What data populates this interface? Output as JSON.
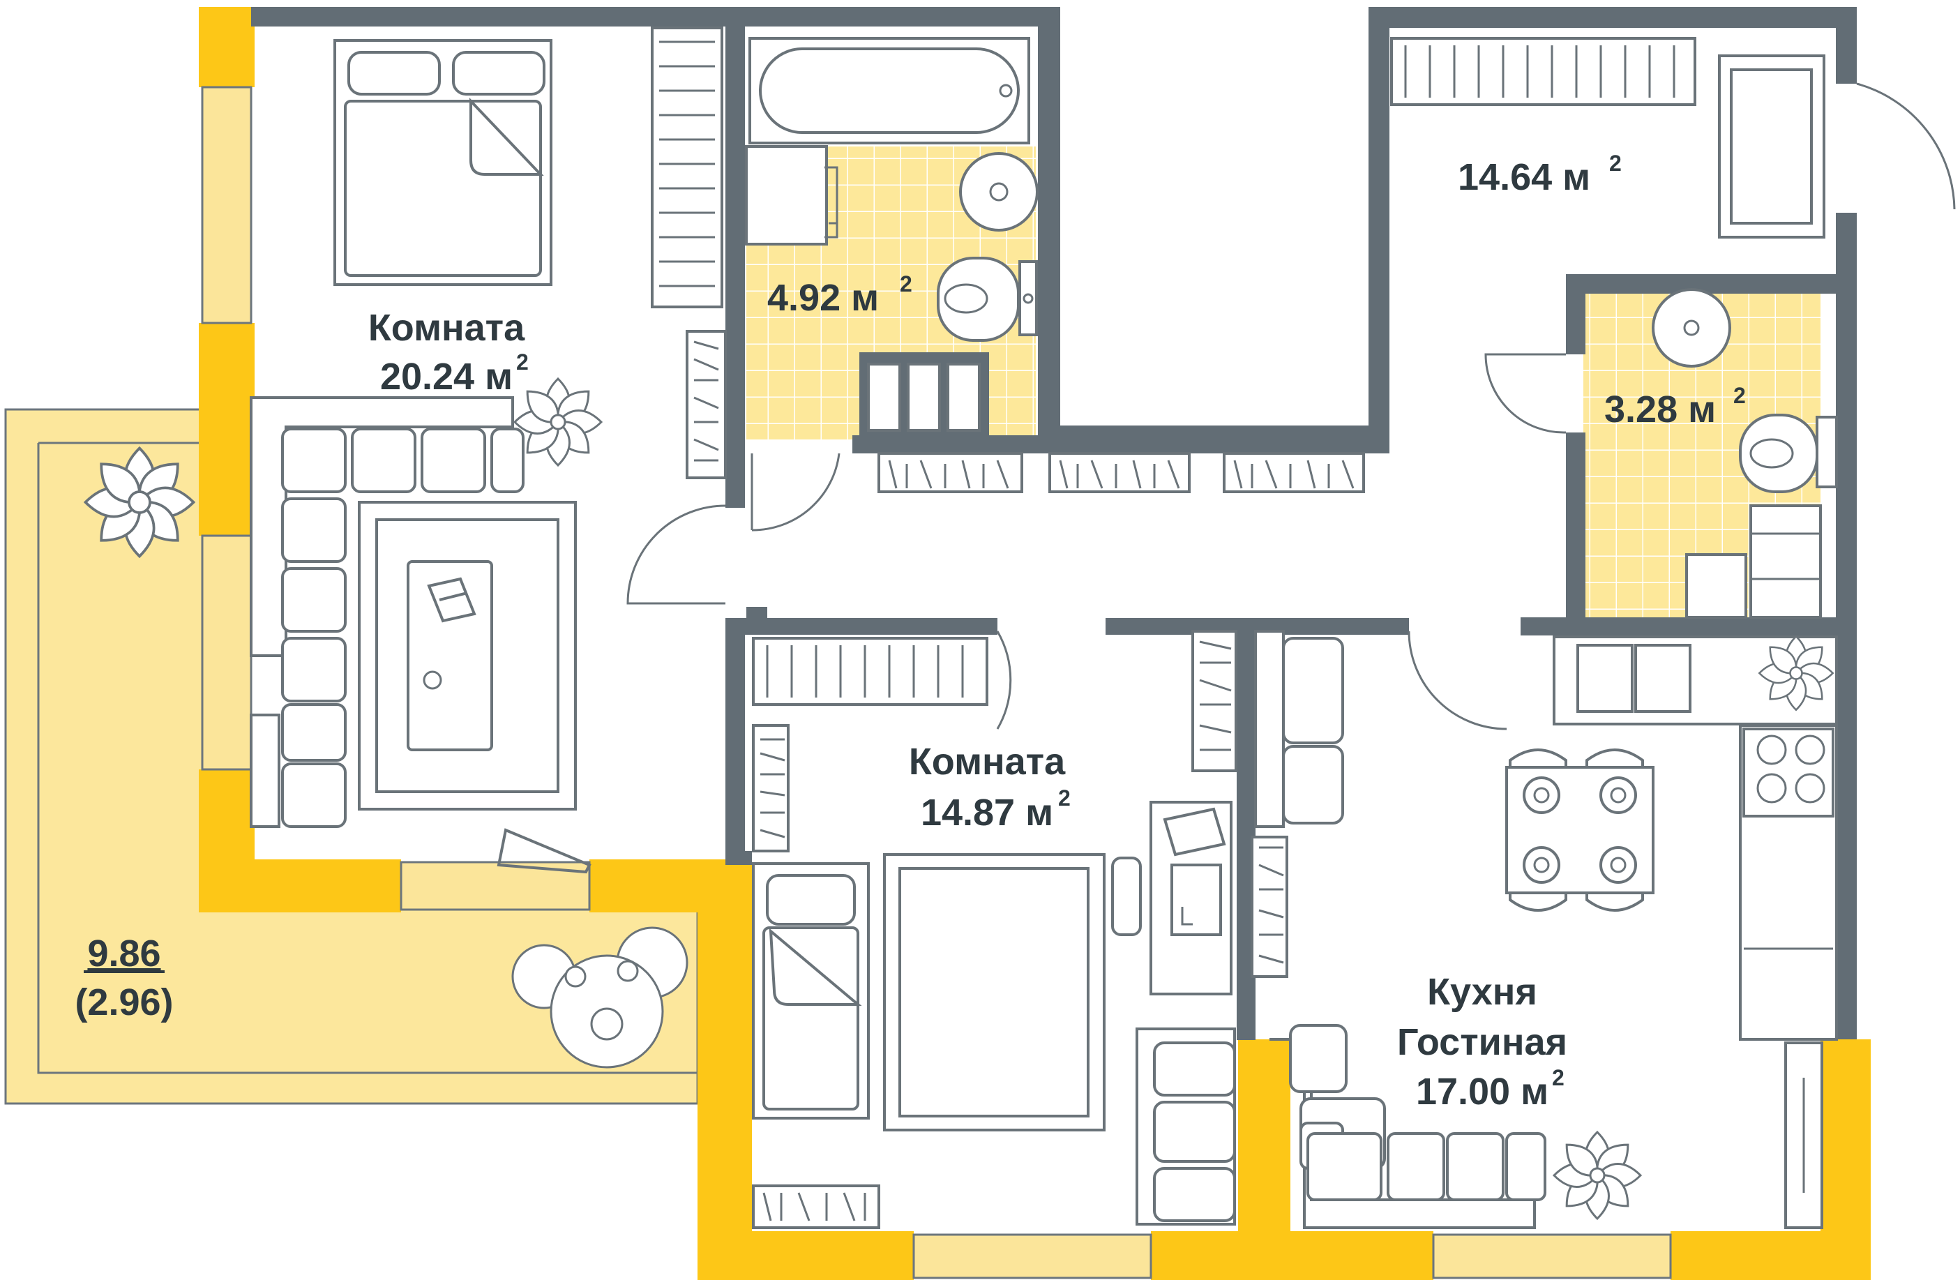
{
  "rooms": {
    "bedroom_main": {
      "name": "Комната",
      "area": "20.24 м",
      "sup": "2"
    },
    "bathroom": {
      "name": "",
      "area": "4.92 м",
      "sup": "2"
    },
    "hall": {
      "name": "",
      "area": "14.64 м",
      "sup": "2"
    },
    "wc": {
      "name": "",
      "area": "3.28 м",
      "sup": "2"
    },
    "bedroom_second": {
      "name": "Комната",
      "area": "14.87 м",
      "sup": "2"
    },
    "kitchen_living": {
      "name_line1": "Кухня",
      "name_line2": "Гостиная",
      "area": "17.00 м",
      "sup": "2"
    }
  },
  "balcony": {
    "area": "9.86",
    "reduced_area": "(2.96)"
  },
  "colors": {
    "wall": "#626d75",
    "outer_wall_accent": "#fdc717",
    "balcony_fill": "#fce79c",
    "wet_zone_tile": "#fde89a",
    "furniture_stroke": "#6a7379",
    "text": "#2f3a40"
  }
}
